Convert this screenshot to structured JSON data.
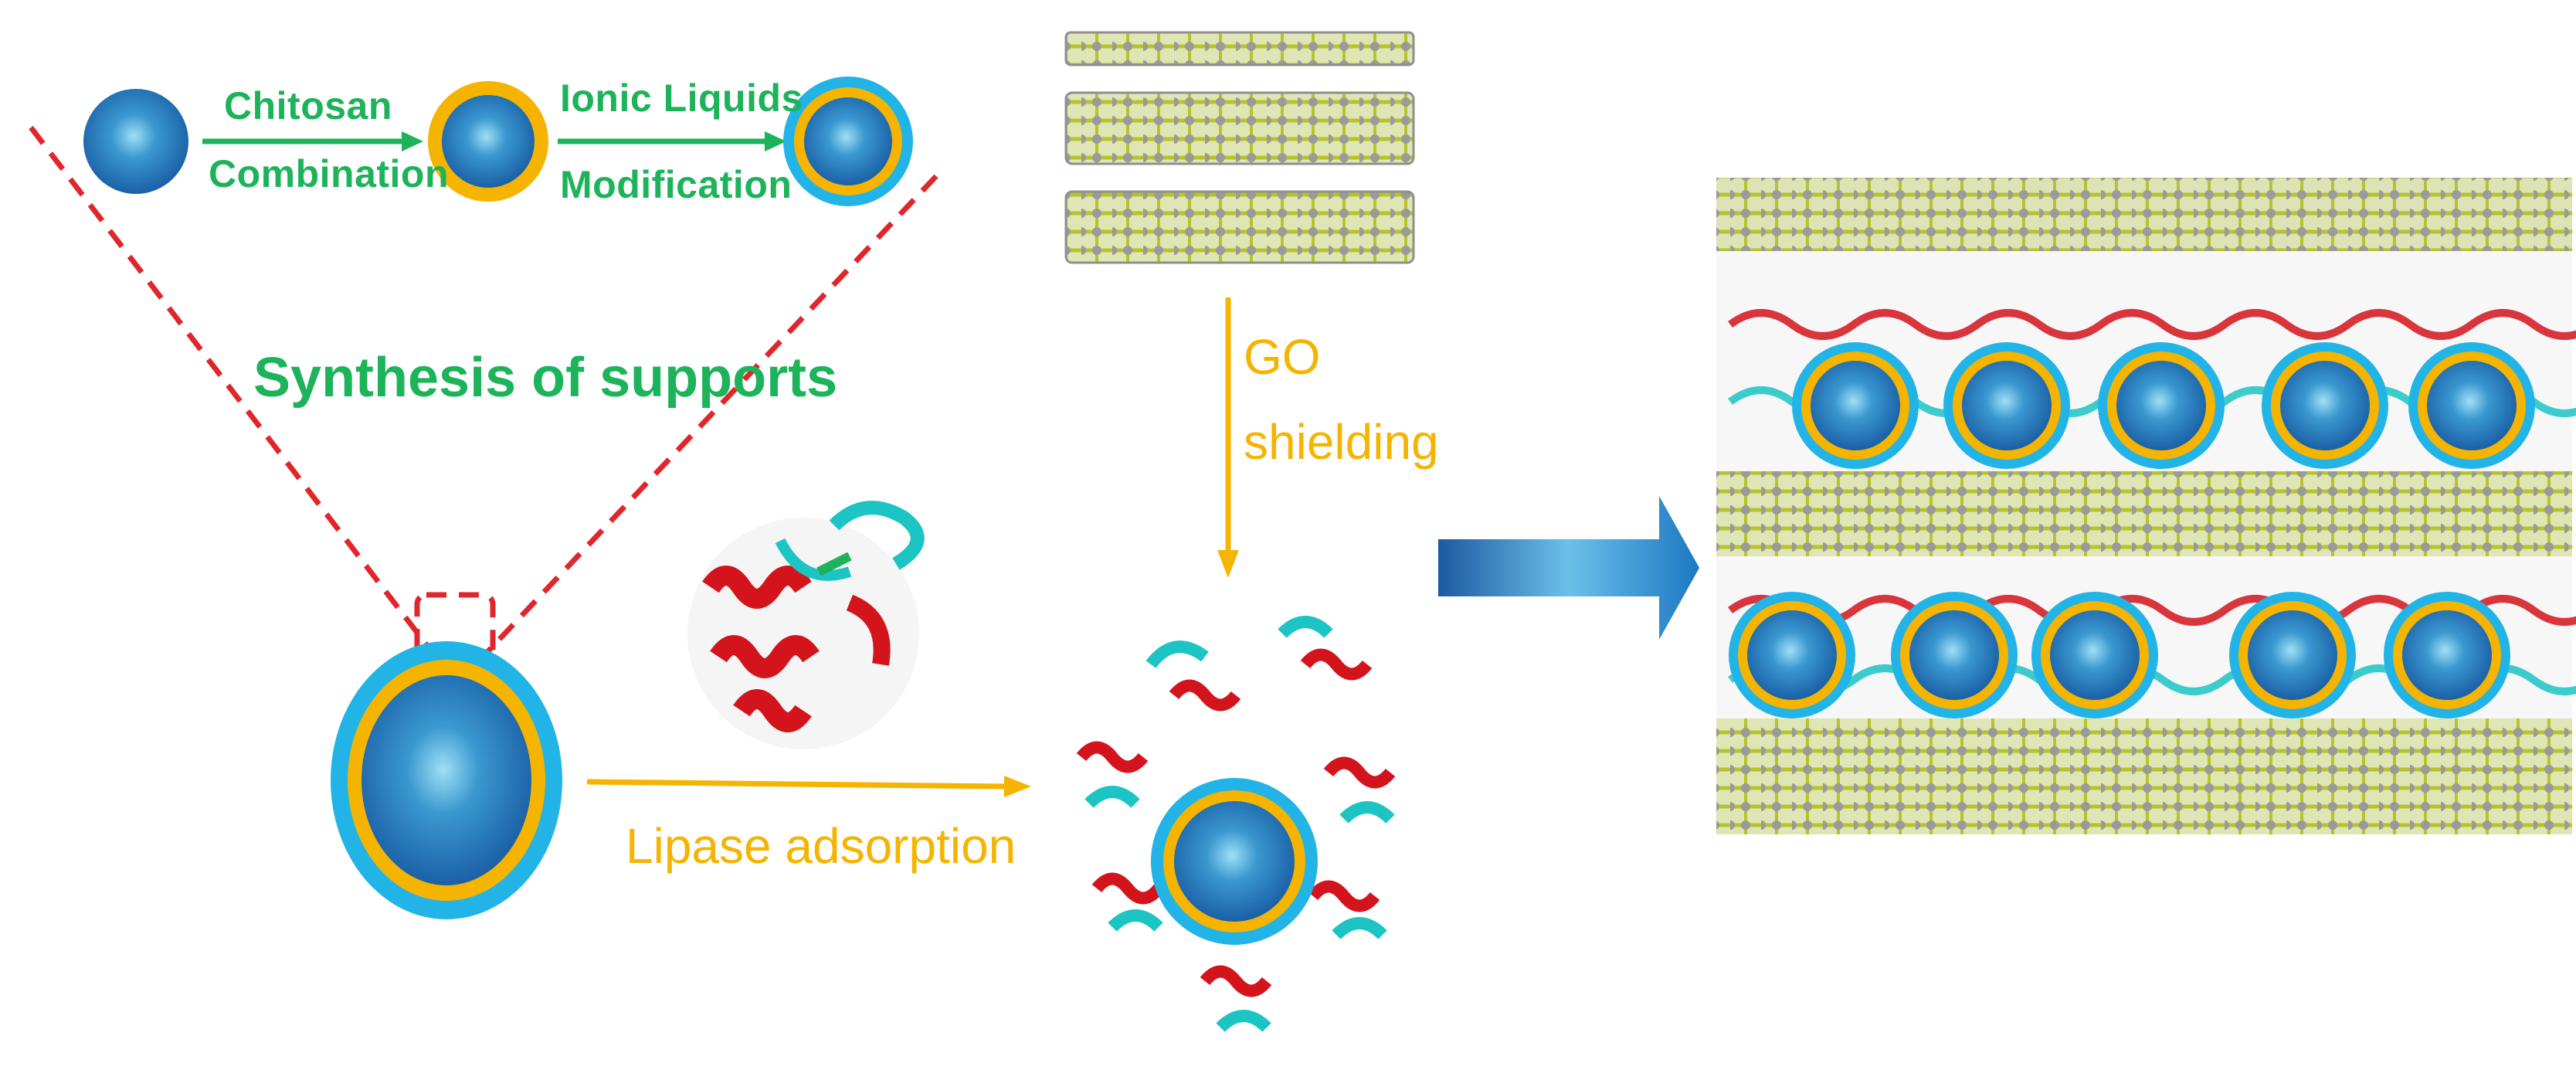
{
  "labels": {
    "chitosan": "Chitosan",
    "combination": "Combination",
    "ionic_liquids": "Ionic Liquids",
    "modification": "Modification",
    "synthesis": "Synthesis of supports",
    "go": "GO",
    "shielding": "shielding",
    "lipase_adsorption": "Lipase adsorption"
  },
  "colors": {
    "core_blue": "#1f6fb5",
    "chitosan_gold": "#f5b400",
    "ionic_liquid_cyan": "#22b4e6",
    "label_green": "#1db35a",
    "label_gold": "#f5b400",
    "guide_red": "#e0262b",
    "graphene_bond": "#b5c428",
    "graphene_atom": "#9a9a9a",
    "protein_red": "#d4141c",
    "protein_cyan": "#1cc4c4",
    "process_arrow": "#1f8fd6"
  }
}
